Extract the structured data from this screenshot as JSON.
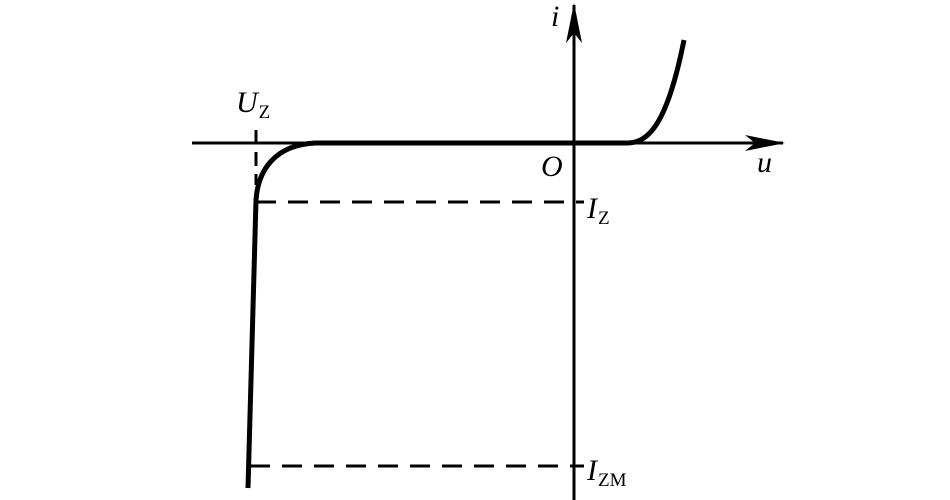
{
  "diagram": {
    "type": "zener-diode-iv-characteristic",
    "axes": {
      "x_label": "u",
      "y_label": "i",
      "origin_label": "O"
    },
    "markers": {
      "breakdown_voltage": {
        "main": "U",
        "sub": "Z"
      },
      "zener_current": {
        "main": "I",
        "sub": "Z"
      },
      "max_zener_current": {
        "main": "I",
        "sub": "ZM"
      }
    },
    "colors": {
      "stroke": "#000000",
      "background": "#ffffff"
    }
  }
}
